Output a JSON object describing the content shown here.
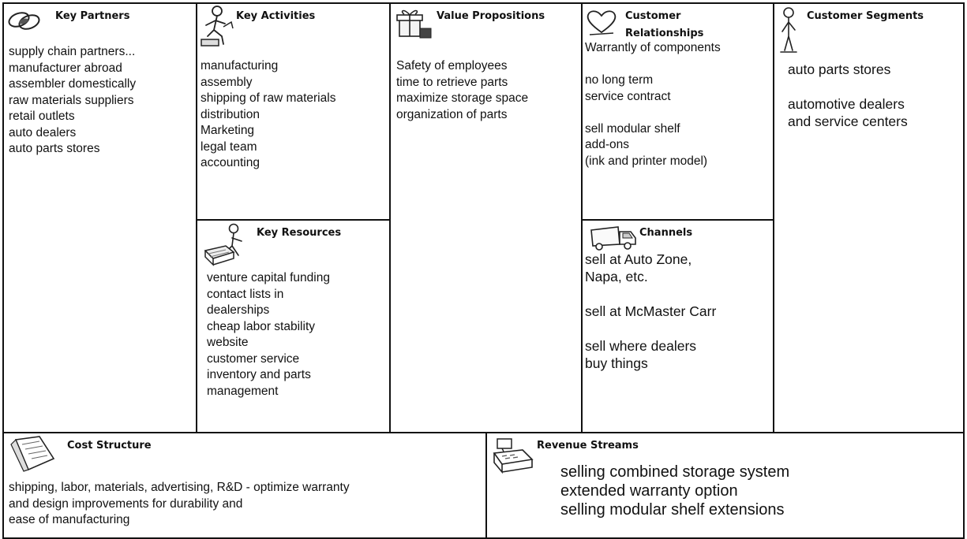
{
  "key_partners": {
    "title": "Key Partners",
    "icon": "chain-link-icon",
    "items": [
      "supply chain partners...",
      "manufacturer abroad",
      "assembler domestically",
      "raw materials suppliers",
      "retail outlets",
      "auto dealers",
      "auto parts stores"
    ]
  },
  "key_activities": {
    "title": "Key Activities",
    "icon": "worker-icon",
    "items": [
      "manufacturing",
      "assembly",
      "shipping of raw materials",
      "distribution",
      "Marketing",
      "legal team",
      "accounting"
    ]
  },
  "key_resources": {
    "title": "Key Resources",
    "icon": "resources-icon",
    "items": [
      "venture capital funding",
      "contact lists in",
      "dealerships",
      "cheap labor stability",
      "website",
      "customer service",
      "inventory and parts",
      "management"
    ]
  },
  "value_propositions": {
    "title": "Value Propositions",
    "icon": "gift-icon",
    "items": [
      "Safety of employees",
      "time to retrieve parts",
      "maximize storage space",
      "organization of parts"
    ]
  },
  "customer_relationships": {
    "title_line1": "Customer",
    "title_line2": "Relationships",
    "icon": "heart-icon",
    "items": [
      "Warrantly of components",
      "",
      "no long term",
      "service contract",
      "",
      "sell modular shelf",
      "add-ons",
      "(ink and printer model)"
    ]
  },
  "channels": {
    "title": "Channels",
    "icon": "truck-icon",
    "items": [
      "sell at Auto Zone,",
      "Napa, etc.",
      "",
      "sell at McMaster Carr",
      "",
      "sell where dealers",
      "buy things"
    ]
  },
  "customer_segments": {
    "title": "Customer Segments",
    "icon": "person-icon",
    "items": [
      "auto parts stores",
      "",
      "automotive dealers",
      "and service centers"
    ]
  },
  "cost_structure": {
    "title": "Cost Structure",
    "icon": "document-icon",
    "items": [
      "shipping, labor, materials, advertising, R&D - optimize warranty",
      "and design improvements for durability and",
      "ease of manufacturing"
    ]
  },
  "revenue_streams": {
    "title": "Revenue Streams",
    "icon": "cash-register-icon",
    "items": [
      "selling combined storage system",
      "extended warranty option",
      "selling modular shelf extensions"
    ]
  }
}
